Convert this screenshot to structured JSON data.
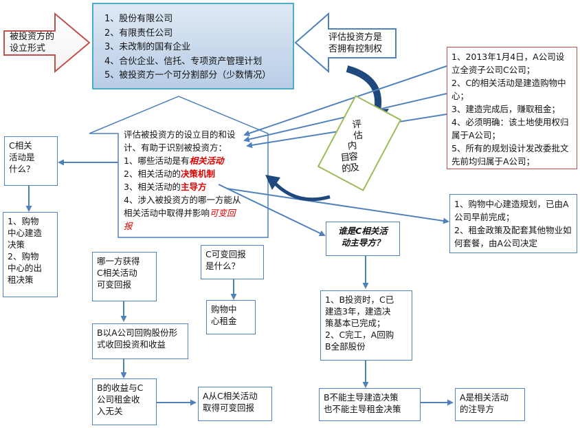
{
  "forms_box": {
    "items": [
      "1、股份有限公司",
      "2、有限责任公司",
      "3、未改制的国有企业",
      "4、合伙企业、信托、专项资产管理计划",
      "5、被投资方一个可分割部分（少数情况）"
    ]
  },
  "left_arrow": {
    "line1": "被投资方的",
    "line2": "设立形式"
  },
  "right_arrow": {
    "line1": "评估投资方是",
    "line2": "否拥有控制权"
  },
  "facts_box": {
    "items": [
      "1、2013年1月4日，A公司设立全资子公司C公司；",
      "2、C的相关活动是建造购物中心；",
      "3、建造完成后，赚取租金；",
      "4、必须明确：该土地使用权归属于A公司；",
      "5、所有的规划设计发改委批文先前均归属于A公司；"
    ]
  },
  "house": {
    "line1": "评估被投资方的设立目的和设",
    "line2": "计、有助于识别被投资方：",
    "q1_pre": "1、哪些活动是有",
    "q1_hl": "相关活动",
    "q2_pre": "2、相关活动的",
    "q2_hl": "决策机制",
    "q3_pre": "3、相关活动的",
    "q3_hl": "主导方",
    "q4_line1": "4、涉入被投资方的哪一方能从",
    "q4_line2_pre": "相关活动中取得并影响",
    "q4_hl": "可变回",
    "q4_line3": "报"
  },
  "diamond_label": {
    "c1": "评",
    "c2": "估",
    "c3": "内",
    "c4": "容",
    "c5": "及",
    "c6": "目",
    "c7": "的"
  },
  "c_activity_q": {
    "line1": "C相关",
    "line2": "活动是",
    "line3": "什么？"
  },
  "c_activity_a": {
    "line1": "1、购物",
    "line2": "中心建造",
    "line3": "决策",
    "line4": "2、购物",
    "line5": "中心的出",
    "line6": "租决策"
  },
  "who_returns_q": {
    "line1": "哪一方获得",
    "line2": "C相关活动",
    "line3": "可变回报"
  },
  "b_buyback": {
    "line1": "B以A公司回购股份形",
    "line2": "式收回投资和收益"
  },
  "b_income": {
    "line1": "B的收益与C",
    "line2": "公司租金收",
    "line3": "入无关"
  },
  "a_returns": {
    "line1": "A从C相关活动",
    "line2": "取得可变回报"
  },
  "c_variable_q": {
    "line1": "C可变回报",
    "line2": "是什么？"
  },
  "c_variable_a": {
    "line1": "购物中",
    "line2": "心租金"
  },
  "who_leads_q": {
    "line1": "谁是C相关活",
    "line2": "动主导方？"
  },
  "plan_box": {
    "items": [
      "1、购物中心建造规划，已由A公司早前完成；",
      "2、租金政策及配套其他物业如何套餐，由A公司决定"
    ]
  },
  "b_invest": {
    "line1": "1、B投资时，C已",
    "line2": "建造3年，建造决",
    "line3": "策基本已完成；",
    "line4": "2、C完工，A回购",
    "line5": "B全部股份"
  },
  "b_not_lead": {
    "line1": "B不能主导建造决策",
    "line2": "也不能主导租金决策"
  },
  "a_lead": {
    "line1": "A是相关活动",
    "line2": "的注导方"
  },
  "colors": {
    "box_border": "#4f81bd",
    "red_border": "#c0504d",
    "highlight": "#e00000",
    "diamond_border": "#9bbb59",
    "arrow": "#4f81bd"
  }
}
